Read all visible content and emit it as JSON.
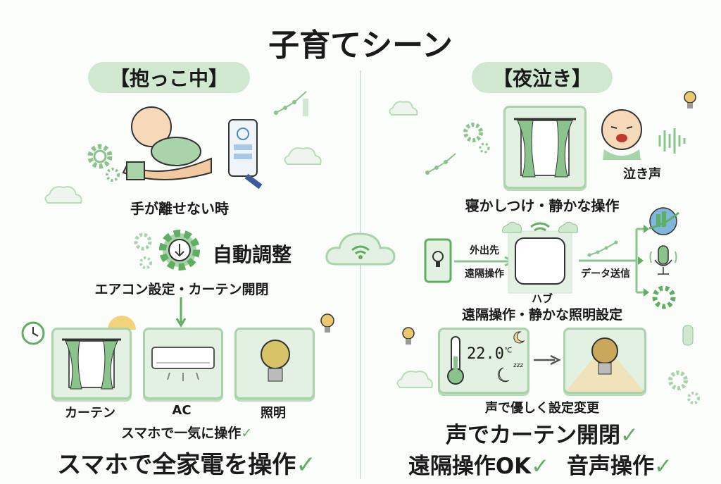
{
  "title": "子育てシーン",
  "left": {
    "header": "【抱っこ中】",
    "situation": "手が離せない時",
    "auto_label": "自動調整",
    "auto_detail": "エアコン設定・カーテン開閉",
    "devices": [
      {
        "label": "カーテン",
        "icon": "curtain-icon"
      },
      {
        "label": "AC",
        "icon": "air-conditioner-icon"
      },
      {
        "label": "照明",
        "icon": "light-bulb-icon"
      }
    ],
    "sub_caption": "スマホで一気に操作",
    "main_caption": "スマホで全家電を操作"
  },
  "right": {
    "header": "【夜泣き】",
    "cry_label": "泣き声",
    "calm_label": "寝かしつけ・静かな操作",
    "remote_top": "外出先",
    "remote_bottom": "遠隔操作",
    "data_label": "データ送信",
    "hub_label": "ハブ",
    "hub_detail": "遠隔操作・静かな照明設定",
    "temperature": "22.0",
    "temp_unit": "℃",
    "sleep_z": "zzz",
    "voice_caption": "声で優しく設定変更",
    "main_caption": "声でカーテン開閉",
    "badge_remote": "遠隔操作OK",
    "badge_voice": "音声操作"
  },
  "check_mark": "✓",
  "colors": {
    "accent": "#5fae62",
    "pill": "#cfe8cf",
    "box": "#e3f1e2",
    "divider": "#b9dcb8"
  }
}
